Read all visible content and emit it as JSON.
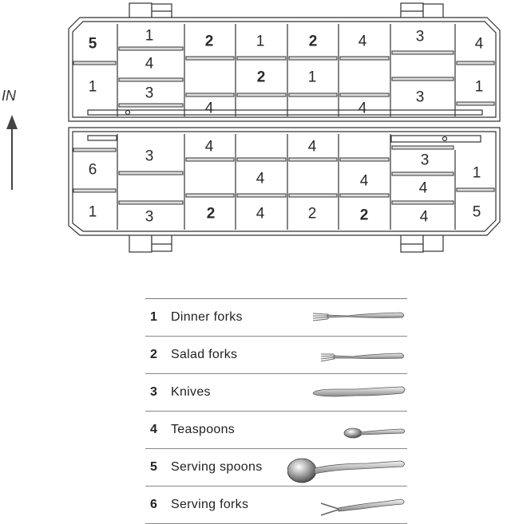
{
  "direction_label": "IN",
  "top_rack": {
    "row1": [
      {
        "text": "5",
        "bold": true
      },
      {
        "text": "1",
        "bold": false
      },
      {
        "text": "2",
        "bold": true
      },
      {
        "text": "1",
        "bold": false
      },
      {
        "text": "2",
        "bold": true
      },
      {
        "text": "4",
        "bold": false
      },
      {
        "text": "3",
        "bold": false
      },
      {
        "text": "4",
        "bold": false
      }
    ],
    "row2": [
      {
        "text": "1",
        "bold": false
      },
      {
        "text": "4",
        "bold": false
      },
      {
        "text": "2",
        "bold": true
      },
      {
        "text": "1",
        "bold": false
      },
      {
        "text": "1",
        "bold": false
      }
    ],
    "row3": [
      {
        "text": "3",
        "bold": false
      },
      {
        "text": "4",
        "bold": false
      },
      {
        "text": "4",
        "bold": false
      },
      {
        "text": "3",
        "bold": false
      }
    ]
  },
  "bottom_rack": {
    "row1": [
      {
        "text": "3",
        "bold": false
      },
      {
        "text": "4",
        "bold": false
      },
      {
        "text": "4",
        "bold": false
      }
    ],
    "row2": [
      {
        "text": "6",
        "bold": false
      },
      {
        "text": "4",
        "bold": false
      },
      {
        "text": "4",
        "bold": false
      },
      {
        "text": "3",
        "bold": false
      },
      {
        "text": "1",
        "bold": false
      },
      {
        "text": "4",
        "bold": false
      }
    ],
    "row3": [
      {
        "text": "1",
        "bold": false
      },
      {
        "text": "3",
        "bold": false
      },
      {
        "text": "2",
        "bold": true
      },
      {
        "text": "4",
        "bold": false
      },
      {
        "text": "2",
        "bold": false
      },
      {
        "text": "2",
        "bold": true
      },
      {
        "text": "4",
        "bold": false
      },
      {
        "text": "5",
        "bold": false
      }
    ]
  },
  "legend": [
    {
      "number": "1",
      "name": "Dinner forks",
      "icon": "dinner-fork-icon"
    },
    {
      "number": "2",
      "name": "Salad forks",
      "icon": "salad-fork-icon"
    },
    {
      "number": "3",
      "name": "Knives",
      "icon": "knife-icon"
    },
    {
      "number": "4",
      "name": "Teaspoons",
      "icon": "teaspoon-icon"
    },
    {
      "number": "5",
      "name": "Serving spoons",
      "icon": "serving-spoon-icon"
    },
    {
      "number": "6",
      "name": "Serving forks",
      "icon": "serving-fork-icon"
    }
  ]
}
